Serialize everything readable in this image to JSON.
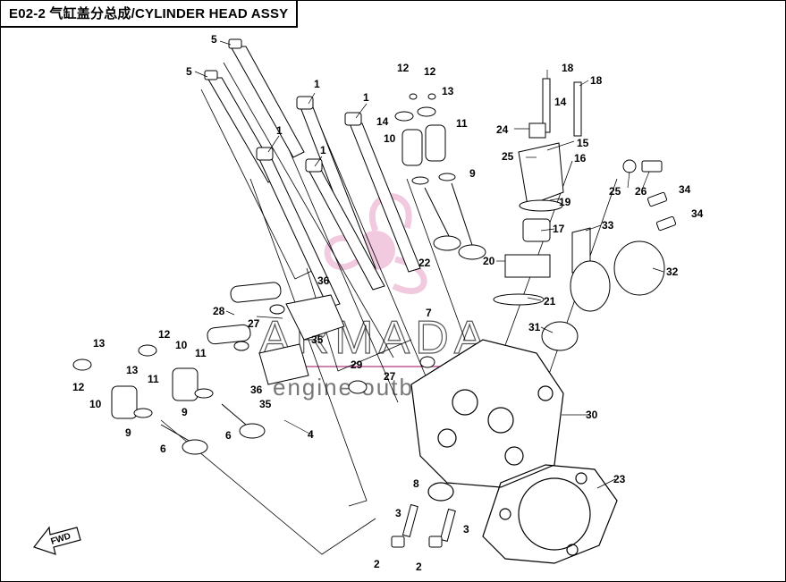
{
  "header": {
    "title": "E02-2 气缸盖分总成/CYLINDER HEAD ASSY"
  },
  "watermark": {
    "brand": "ARMADA",
    "tagline": "engine outboards",
    "color": "#e7a0c8"
  },
  "fwd_label": "FWD",
  "callouts": [
    "1",
    "1",
    "1",
    "1",
    "2",
    "2",
    "3",
    "3",
    "4",
    "5",
    "5",
    "6",
    "6",
    "7",
    "8",
    "9",
    "9",
    "9",
    "10",
    "10",
    "10",
    "11",
    "11",
    "11",
    "12",
    "12",
    "12",
    "12",
    "13",
    "13",
    "13",
    "14",
    "15",
    "16",
    "17",
    "18",
    "18",
    "19",
    "20",
    "21",
    "22",
    "23",
    "24",
    "25",
    "25",
    "26",
    "27",
    "27",
    "28",
    "29",
    "30",
    "31",
    "32",
    "33",
    "34",
    "34",
    "35",
    "35",
    "36",
    "36"
  ]
}
